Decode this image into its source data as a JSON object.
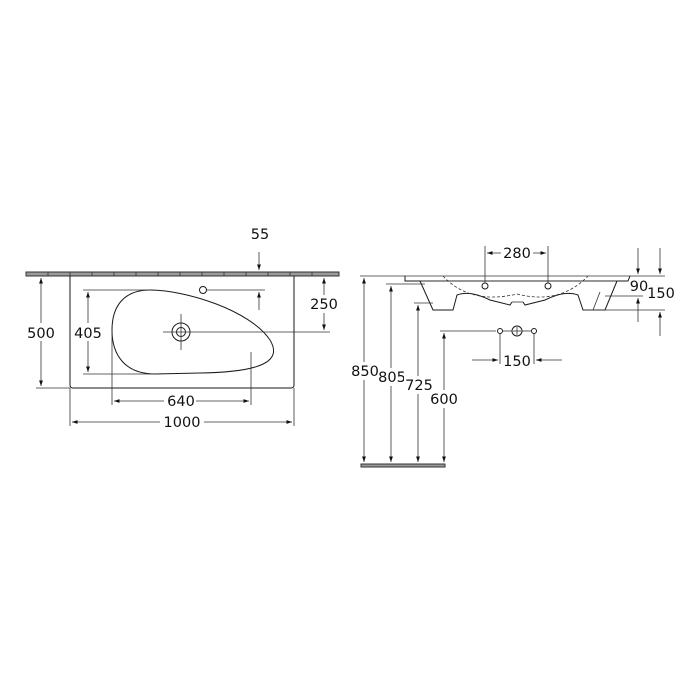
{
  "drawing": {
    "type": "technical-dimension-drawing",
    "subject": "washbasin",
    "units": "mm",
    "colors": {
      "line": "#1a1a1a",
      "wall": "#9a9a9a",
      "background": "#ffffff"
    }
  },
  "plan_view": {
    "dimensions": {
      "overall_width": "1000",
      "overall_depth": "500",
      "bowl_width": "640",
      "bowl_depth": "405",
      "drain_from_wall": "250",
      "tap_hole_from_wall": "55"
    }
  },
  "side_view": {
    "dimensions": {
      "tap_spacing": "280",
      "rim_thickness": "90",
      "basin_height": "150",
      "waste_spacing": "150",
      "top_height": "850",
      "rim_height": "805",
      "underside_height": "725",
      "waste_height": "600"
    }
  }
}
